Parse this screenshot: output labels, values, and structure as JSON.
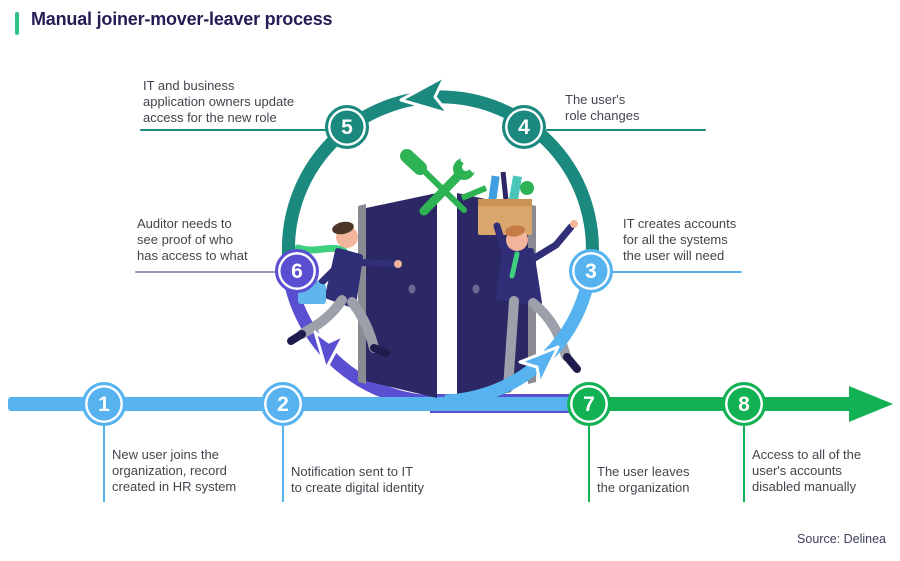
{
  "title": "Manual joiner-mover-leaver process",
  "source_note": "Source: Delinea",
  "colors": {
    "teal": "#1B897E",
    "light_blue": "#56B3F0",
    "purple": "#5A4FD0",
    "green": "#12B254",
    "title_navy": "#231D54",
    "label_gray": "#43454E",
    "accent_bar_green": "#2EC487",
    "door_navy": "#2B2865",
    "illustration_green": "#2EB354"
  },
  "icons": {
    "center_illustration": "open-doors-with-joiner-and-leaver-figures",
    "top_center": "crossed-tools-icon",
    "flow_arrows": [
      "teal-counterclockwise-arrow",
      "blue-entry-arrow",
      "purple-exit-arrow",
      "green-timeline-arrow"
    ]
  },
  "cycle": {
    "steps": [
      {
        "num": "3",
        "lines": [
          "IT creates accounts",
          "for all the systems",
          "the user will need"
        ]
      },
      {
        "num": "4",
        "lines": [
          "The user's",
          "role changes"
        ]
      },
      {
        "num": "5",
        "lines": [
          "IT and business",
          "application owners update",
          "access for the new role"
        ]
      },
      {
        "num": "6",
        "lines": [
          "Auditor needs to",
          "see proof of who",
          "has access to what"
        ]
      }
    ]
  },
  "timeline": {
    "steps": [
      {
        "num": "1",
        "lines": [
          "New user joins the",
          "organization, record",
          "created in HR system"
        ]
      },
      {
        "num": "2",
        "lines": [
          "Notification sent to IT",
          "to create digital identity"
        ]
      },
      {
        "num": "7",
        "lines": [
          "The user leaves",
          "the organization"
        ]
      },
      {
        "num": "8",
        "lines": [
          "Access to all of the",
          "user's accounts",
          "disabled manually"
        ]
      }
    ]
  }
}
